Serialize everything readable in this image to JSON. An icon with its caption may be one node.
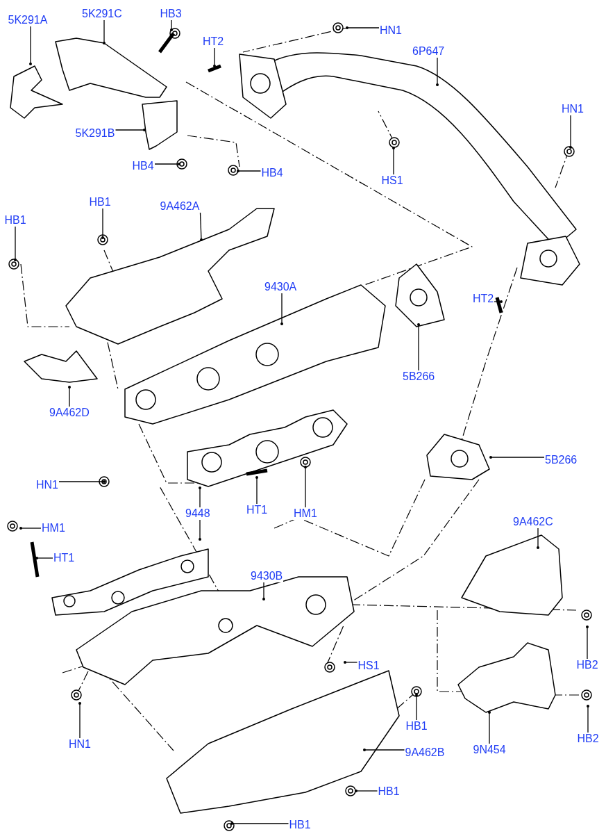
{
  "diagram": {
    "nodes": [
      {
        "text": [
          "5K291A"
        ]
      },
      {
        "text": [
          "5K291C"
        ]
      },
      {
        "text": [
          "HB3"
        ]
      },
      {
        "text": [
          "HT2"
        ]
      },
      {
        "text": [
          "HN1"
        ]
      },
      {
        "text": [
          "6P647"
        ]
      },
      {
        "text": [
          "5K291B"
        ]
      },
      {
        "text": [
          "HB4"
        ]
      },
      {
        "text": [
          "HB4"
        ]
      },
      {
        "text": [
          "HN1"
        ]
      },
      {
        "text": [
          "HS1"
        ]
      },
      {
        "text": [
          "HB1"
        ]
      },
      {
        "text": [
          "9A462A"
        ]
      },
      {
        "text": [
          "HB1"
        ]
      },
      {
        "text": [
          "9430A"
        ]
      },
      {
        "text": [
          "HT2"
        ]
      },
      {
        "text": [
          "5B266"
        ]
      },
      {
        "text": [
          "9A462D"
        ]
      },
      {
        "text": [
          "5B266"
        ]
      },
      {
        "text": [
          "HN1"
        ]
      },
      {
        "text": [
          "HT1"
        ]
      },
      {
        "text": [
          "HM1"
        ]
      },
      {
        "text": [
          "9448"
        ]
      },
      {
        "text": [
          "HM1"
        ]
      },
      {
        "text": [
          "HT1"
        ]
      },
      {
        "text": [
          "9A462C"
        ]
      },
      {
        "text": [
          "9430B"
        ]
      },
      {
        "text": [
          "HS1"
        ]
      },
      {
        "text": [
          "HN1"
        ]
      },
      {
        "text": [
          "HB1"
        ]
      },
      {
        "text": [
          "HB2"
        ]
      },
      {
        "text": [
          "9A462B"
        ]
      },
      {
        "text": [
          "9N454"
        ]
      },
      {
        "text": [
          "HB2"
        ]
      },
      {
        "text": [
          "HB1"
        ]
      },
      {
        "text": [
          "HB1"
        ]
      }
    ],
    "edges": [
      {
        "from": 0,
        "to": null,
        "arrow": "other"
      },
      {
        "from": 1,
        "to": null,
        "arrow": "other"
      },
      {
        "from": 2,
        "to": null,
        "arrow": "other"
      },
      {
        "from": 3,
        "to": null,
        "arrow": "other"
      },
      {
        "from": 4,
        "to": null,
        "arrow": "other"
      },
      {
        "from": 5,
        "to": null,
        "arrow": "other"
      },
      {
        "from": 6,
        "to": null,
        "arrow": "other"
      },
      {
        "from": 7,
        "to": null,
        "arrow": "other"
      },
      {
        "from": 8,
        "to": null,
        "arrow": "other"
      },
      {
        "from": 9,
        "to": null,
        "arrow": "other"
      },
      {
        "from": 10,
        "to": null,
        "arrow": "other"
      },
      {
        "from": 11,
        "to": null,
        "arrow": "other"
      },
      {
        "from": 12,
        "to": null,
        "arrow": "other"
      },
      {
        "from": 13,
        "to": null,
        "arrow": "other"
      },
      {
        "from": 14,
        "to": null,
        "arrow": "other"
      },
      {
        "from": 15,
        "to": null,
        "arrow": "other"
      },
      {
        "from": 16,
        "to": null,
        "arrow": "other"
      },
      {
        "from": 17,
        "to": null,
        "arrow": "other"
      },
      {
        "from": 18,
        "to": null,
        "arrow": "other"
      },
      {
        "from": 19,
        "to": null,
        "arrow": "other"
      },
      {
        "from": 20,
        "to": null,
        "arrow": "other"
      },
      {
        "from": 21,
        "to": null,
        "arrow": "other"
      },
      {
        "from": 22,
        "to": null,
        "arrow": "other"
      },
      {
        "from": 22,
        "to": null,
        "arrow": "other"
      },
      {
        "from": 23,
        "to": null,
        "arrow": "other"
      },
      {
        "from": 24,
        "to": null,
        "arrow": "other"
      },
      {
        "from": 25,
        "to": null,
        "arrow": "other"
      },
      {
        "from": 26,
        "to": null,
        "arrow": "other"
      },
      {
        "from": 27,
        "to": null,
        "arrow": "other"
      },
      {
        "from": 28,
        "to": null,
        "arrow": "other"
      },
      {
        "from": 29,
        "to": null,
        "arrow": "other"
      },
      {
        "from": 30,
        "to": null,
        "arrow": "other"
      },
      {
        "from": 31,
        "to": null,
        "arrow": "other"
      },
      {
        "from": 32,
        "to": null,
        "arrow": "other"
      },
      {
        "from": 33,
        "to": null,
        "arrow": "other"
      },
      {
        "from": 34,
        "to": null,
        "arrow": "other"
      },
      {
        "from": 35,
        "to": null,
        "arrow": "other"
      }
    ]
  }
}
